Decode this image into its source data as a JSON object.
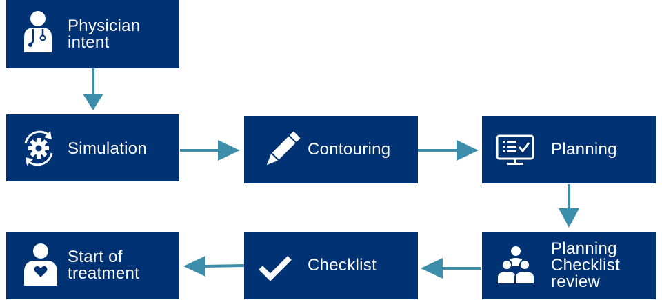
{
  "colors": {
    "box_fill": "#003274",
    "arrow": "#3d8eab",
    "text": "#ffffff",
    "background": "#ffffff"
  },
  "nodes": {
    "physician_intent": {
      "label": "Physician\nintent",
      "icon": "physician-icon"
    },
    "simulation": {
      "label": "Simulation",
      "icon": "gear-cycle-icon"
    },
    "contouring": {
      "label": "Contouring",
      "icon": "pencil-icon"
    },
    "planning": {
      "label": "Planning",
      "icon": "monitor-checklist-icon"
    },
    "planning_checklist_review": {
      "label": "Planning\nChecklist\nreview",
      "icon": "team-icon"
    },
    "checklist": {
      "label": "Checklist",
      "icon": "checkmark-icon"
    },
    "start_of_treatment": {
      "label": "Start of\ntreatment",
      "icon": "patient-heart-icon"
    }
  },
  "edges": [
    {
      "from": "physician_intent",
      "to": "simulation"
    },
    {
      "from": "simulation",
      "to": "contouring"
    },
    {
      "from": "contouring",
      "to": "planning"
    },
    {
      "from": "planning",
      "to": "planning_checklist_review"
    },
    {
      "from": "planning_checklist_review",
      "to": "checklist"
    },
    {
      "from": "checklist",
      "to": "start_of_treatment"
    }
  ]
}
